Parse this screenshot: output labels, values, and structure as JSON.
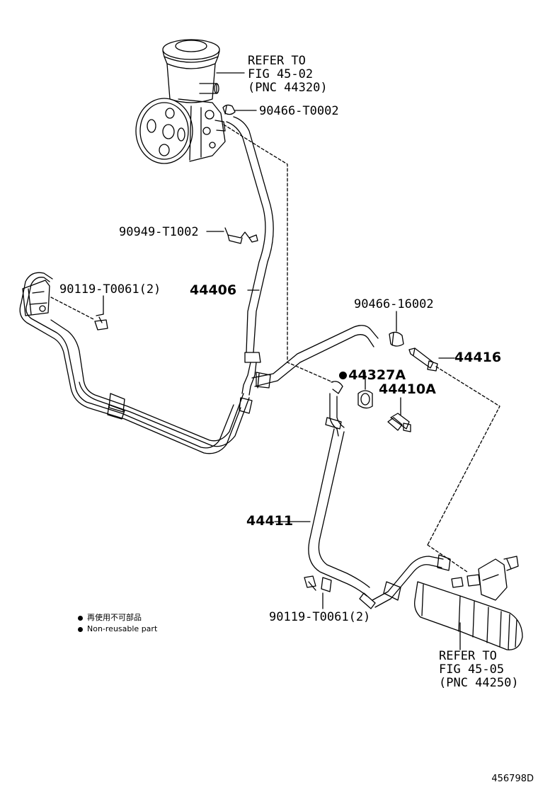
{
  "refs": {
    "pump": [
      "REFER TO",
      "FIG 45-02",
      "(PNC 44320)"
    ],
    "gear": [
      "REFER TO",
      "FIG 45-05",
      "(PNC 44250)"
    ]
  },
  "parts": {
    "clip_top": "90466-T0002",
    "clamp_mid": "90949-T1002",
    "bolt_left": "90119-T0061(2)",
    "hose_pressure": "44406",
    "clip_right": "90466-16002",
    "union_bolt": "44416",
    "gasket": "44327A",
    "union_bolt2": "44410A",
    "return_hose": "44411",
    "bolt_bottom": "90119-T0061(2)"
  },
  "legend": {
    "jp": "再使用不可部品",
    "en": "Non-reusable part"
  },
  "footer_code": "456798D"
}
